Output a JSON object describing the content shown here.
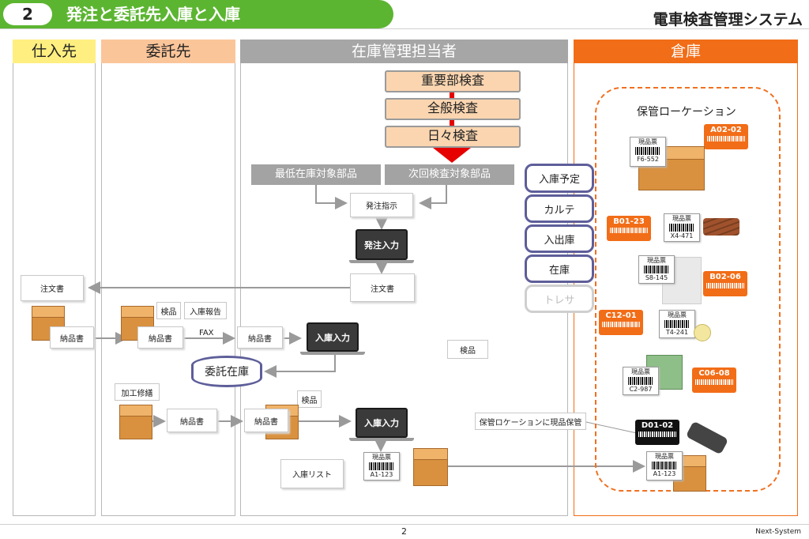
{
  "header": {
    "number": "2",
    "title": "発注と委託先入庫と入庫",
    "system_name": "電車検査管理システム"
  },
  "lanes": {
    "shiire": "仕入先",
    "itaku": "委託先",
    "zaiko": "在庫管理担当者",
    "soko": "倉庫"
  },
  "checks": [
    "重要部検査",
    "全般検査",
    "日々検査"
  ],
  "parts_targets": {
    "min_stock": "最低在庫対象部品",
    "next_check": "次回検査対象部品"
  },
  "docs": {
    "order_instruction": "発注指示",
    "order_doc_zaiko": "注文書",
    "order_doc_shiire": "注文書",
    "delivery_shiire": "納品書",
    "delivery_itaku": "納品書",
    "delivery_zaiko": "納品書",
    "delivery_itaku2": "納品書",
    "delivery_zaiko2": "納品書",
    "inspection_itaku": "検品",
    "inbound_report": "入庫報告",
    "inspection_zaiko": "検品",
    "inspection_zaiko2": "検品",
    "processing": "加工修繕",
    "inbound_list": "入庫リスト",
    "fax": "FAX",
    "store_note": "保管ロケーションに現品保管"
  },
  "laptops": {
    "order_input": "発注入力",
    "inbound_input_1": "入庫入力",
    "inbound_input_2": "入庫入力"
  },
  "databases": [
    "入庫予定",
    "カルテ",
    "入出庫",
    "在庫",
    "トレサ"
  ],
  "itaku_db": "委託在庫",
  "location": {
    "title": "保管ローケーション",
    "tags": {
      "a": "A02-02",
      "b1": "B01-23",
      "b2": "B02-06",
      "c1": "C12-01",
      "c2": "C06-08",
      "d": "D01-02"
    },
    "genpin_label": "現品票",
    "items": {
      "f6": "F6-552",
      "x4": "X4-471",
      "s8": "S8-145",
      "t4": "T4-241",
      "c2": "C2-987",
      "a1_store": "A1-123"
    }
  },
  "genpin_zaiko": {
    "label": "現品票",
    "code": "A1-123"
  },
  "footer": {
    "page": "2",
    "brand": "Next-System"
  },
  "colors": {
    "green": "#5cb531",
    "orange": "#f26d17",
    "gray": "#a6a6a6",
    "yellow": "#ffef80",
    "peach": "#fbc59a",
    "db_border": "#5e5e9a"
  }
}
